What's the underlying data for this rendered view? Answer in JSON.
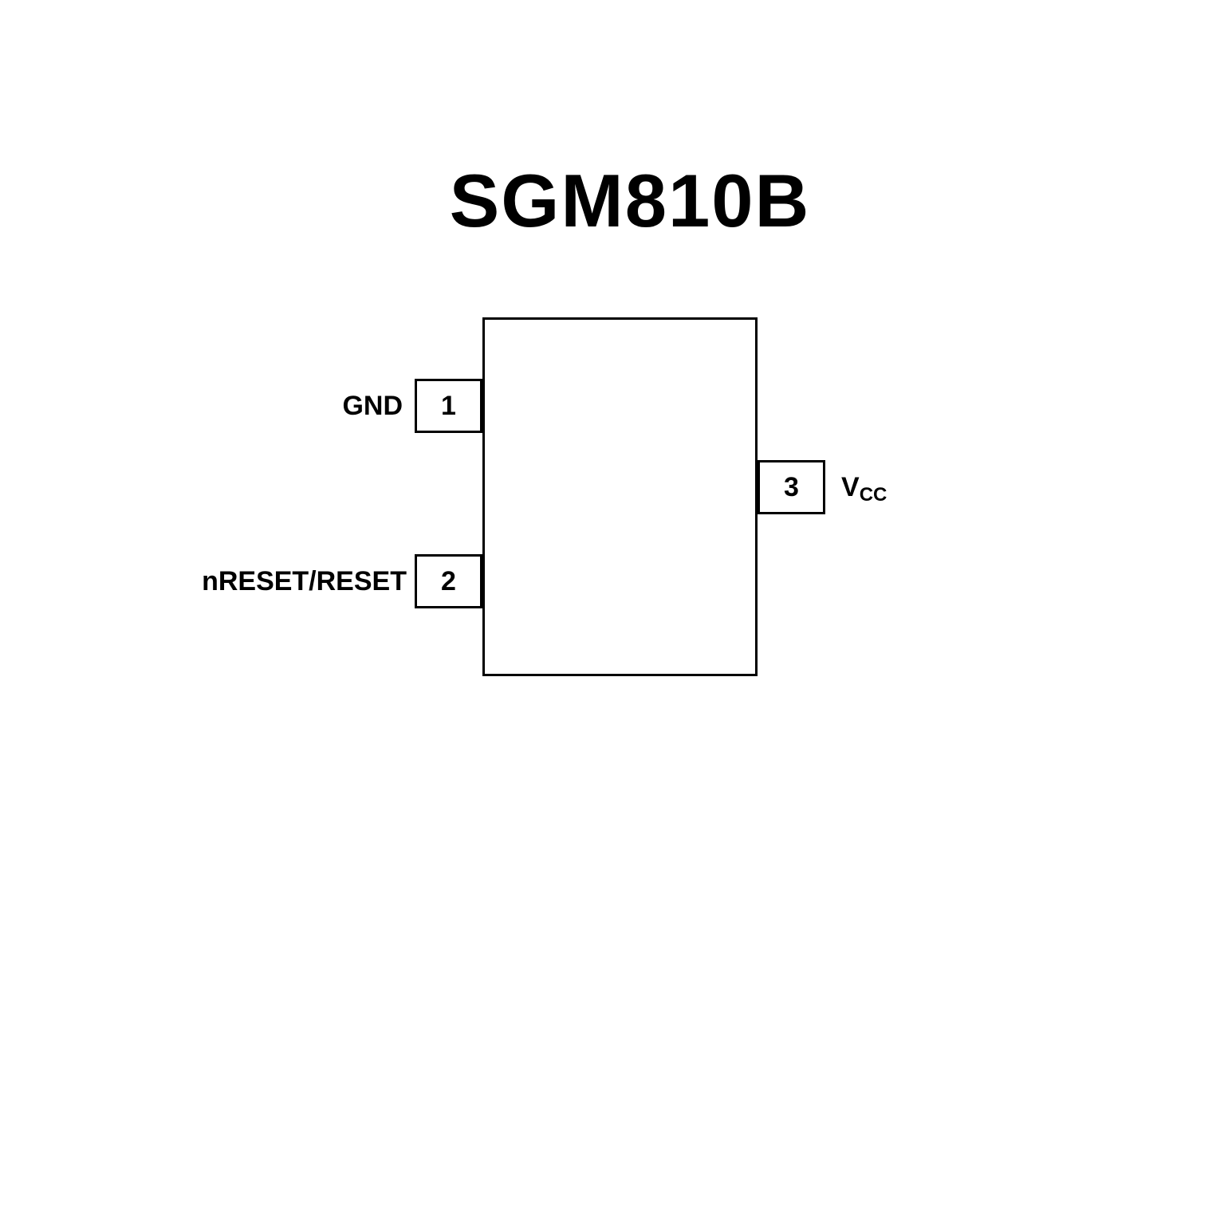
{
  "title": "SGM810B",
  "pins": [
    {
      "number": "1",
      "label": "GND",
      "side": "left"
    },
    {
      "number": "2",
      "label": "nRESET/RESET",
      "side": "left"
    },
    {
      "number": "3",
      "label": "V",
      "label_sub": "CC",
      "side": "right"
    }
  ],
  "colors": {
    "background": "#ffffff",
    "line": "#000000",
    "text": "#000000"
  }
}
